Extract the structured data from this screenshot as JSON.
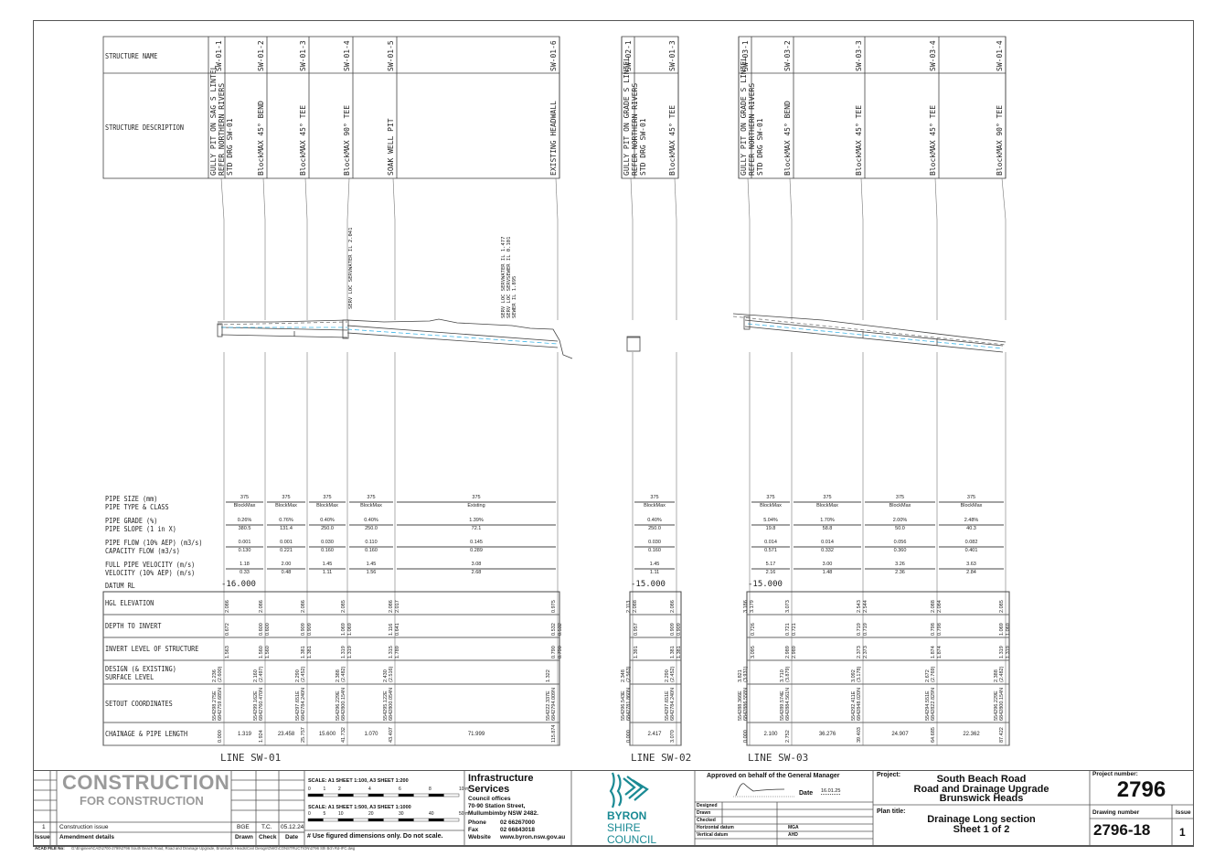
{
  "row_labels": {
    "structure_name": "STRUCTURE NAME",
    "structure_description": "STRUCTURE DESCRIPTION",
    "pipe_size": "PIPE SIZE (mm)",
    "pipe_type": "PIPE TYPE & CLASS",
    "pipe_grade": "PIPE GRADE (%)",
    "pipe_slope": "PIPE SLOPE (1 in X)",
    "pipe_flow": "PIPE FLOW (10% AEP) (m3/s)",
    "capacity_flow": "CAPACITY FLOW (m3/s)",
    "full_pipe_velocity": "FULL PIPE VELOCITY (m/s)",
    "velocity": "VELOCITY (10% AEP) (m/s)",
    "datum": "DATUM RL",
    "hgl": "HGL ELEVATION",
    "depth": "DEPTH TO INVERT",
    "invert": "INVERT LEVEL OF STRUCTURE",
    "design1": "DESIGN (& EXISTING)",
    "design2": "SURFACE LEVEL",
    "setout": "SETOUT COORDINATES",
    "chainage": "CHAINAGE & PIPE LENGTH"
  },
  "lines": [
    {
      "name": "LINE SW-01",
      "datum": "-16.000",
      "structures": [
        {
          "name": "SW-01-1",
          "desc": "GULLY PIT ON SAG S LINTEL\nREFER NORTHERN RIVERS\nSTD DRG SW-01"
        },
        {
          "name": "SW-01-2",
          "desc": "BlockMAX 45° BEND"
        },
        {
          "name": "SW-01-3",
          "desc": "BlockMAX 45° TEE"
        },
        {
          "name": "SW-01-4",
          "desc": "BlockMAX 90° TEE"
        },
        {
          "name": "SW-01-5",
          "desc": "SOAK WELL PIT"
        },
        {
          "name": "SW-01-6",
          "desc": "EXISTING HEADWALL"
        }
      ],
      "segments": [
        {
          "size": "375",
          "type": "BlockMax",
          "grade": "0.26%",
          "slope": "380.5",
          "flow": "0.001",
          "capacity": "0.130",
          "fpv": "1.18",
          "vel": "0.33",
          "length": "1.319"
        },
        {
          "size": "375",
          "type": "BlockMax",
          "grade": "0.76%",
          "slope": "131.4",
          "flow": "0.001",
          "capacity": "0.221",
          "fpv": "2.00",
          "vel": "0.48",
          "length": "23.458"
        },
        {
          "size": "375",
          "type": "BlockMax",
          "grade": "0.40%",
          "slope": "250.0",
          "flow": "0.030",
          "capacity": "0.160",
          "fpv": "1.45",
          "vel": "1.11",
          "length": "15.600"
        },
        {
          "size": "375",
          "type": "BlockMax",
          "grade": "0.40%",
          "slope": "250.0",
          "flow": "0.110",
          "capacity": "0.160",
          "fpv": "1.45",
          "vel": "1.56",
          "length": "1.070"
        },
        {
          "size": "375",
          "type": "Existing",
          "grade": "1.39%",
          "slope": "72.1",
          "flow": "0.145",
          "capacity": "0.289",
          "fpv": "3.08",
          "vel": "2.68",
          "length": "71.999"
        }
      ],
      "stations": [
        {
          "hgl": [
            "2.086"
          ],
          "depth": [
            "0.672"
          ],
          "invert": [
            "1.563"
          ],
          "design": [
            "2.236",
            "(2.600)"
          ],
          "setout": [
            "554298.275E",
            "6842759.685N"
          ],
          "chainage": "0.000"
        },
        {
          "hgl": [
            "2.086"
          ],
          "depth": [
            "0.600",
            "0.600"
          ],
          "invert": [
            "1.560",
            "1.560"
          ],
          "design": [
            "2.160",
            "(2.497)"
          ],
          "setout": [
            "554299.162E",
            "6842760.470N"
          ],
          "chainage": "1.924"
        },
        {
          "hgl": [
            "2.086"
          ],
          "depth": [
            "0.909",
            "0.909"
          ],
          "invert": [
            "1.381",
            "1.381"
          ],
          "design": [
            "2.290",
            "(2.452)"
          ],
          "setout": [
            "554297.651E",
            "6842784.240N"
          ],
          "chainage": "25.757"
        },
        {
          "hgl": [
            "2.085"
          ],
          "depth": [
            "1.069",
            "1.069"
          ],
          "invert": [
            "1.319",
            "1.319"
          ],
          "design": [
            "2.388",
            "(2.482)"
          ],
          "setout": [
            "554296.229E",
            "6842800.154N"
          ],
          "chainage": "41.732"
        },
        {
          "hgl": [
            "2.086",
            "2.017"
          ],
          "depth": [
            "1.116",
            "0.641"
          ],
          "invert": [
            "1.315",
            "1.789"
          ],
          "design": [
            "2.430",
            "(2.516)"
          ],
          "setout": [
            "554295.122E",
            "6842800.054N"
          ],
          "chainage": "43.407"
        },
        {
          "hgl": [
            "0.975"
          ],
          "depth": [
            "0.532",
            "0.532"
          ],
          "invert": [
            "0.790",
            "0.790"
          ],
          "design": [
            "1.322"
          ],
          "setout": [
            "554222.337E",
            "6842794.009N"
          ],
          "chainage": "115.874"
        }
      ],
      "annotations": [
        "SERV LOC SERVWATER IL 2.041",
        "SERV LOC SERVWATER IL 1.477\nSERV LOC SERVSEWER IL 0.101\nSEWER IL 1.895"
      ]
    },
    {
      "name": "LINE SW-02",
      "datum": "-15.000",
      "structures": [
        {
          "name": "SW-02-1",
          "desc": "GULLY PIT ON GRADE S LINTEL\nREFER NORTHERN RIVERS\nSTD DRG SW-01"
        },
        {
          "name": "SW-01-3",
          "desc": "BlockMAX 45° TEE"
        }
      ],
      "segments": [
        {
          "size": "375",
          "type": "BlockMax",
          "grade": "0.40%",
          "slope": "250.0",
          "flow": "0.030",
          "capacity": "0.160",
          "fpv": "1.45",
          "vel": "1.11",
          "length": "2.417"
        }
      ],
      "stations": [
        {
          "hgl": [
            "2.113",
            "2.088"
          ],
          "depth": [
            "0.957"
          ],
          "invert": [
            "1.391"
          ],
          "design": [
            "2.348",
            "(2.563)"
          ],
          "setout": [
            "554296.543E",
            "6842781.860N"
          ],
          "chainage": "0.000"
        },
        {
          "hgl": [
            "2.086"
          ],
          "depth": [
            "0.909",
            "0.909"
          ],
          "invert": [
            "1.381",
            "1.381"
          ],
          "design": [
            "2.290",
            "(2.452)"
          ],
          "setout": [
            "554297.651E",
            "6842784.240N"
          ],
          "chainage": "3.070"
        }
      ],
      "annotations": []
    },
    {
      "name": "LINE SW-03",
      "datum": "-15.000",
      "structures": [
        {
          "name": "SW-03-1",
          "desc": "GULLY PIT ON GRADE S LINTEL\nREFER NORTHERN RIVERS\nSTD DRG SW-01"
        },
        {
          "name": "SW-03-2",
          "desc": "BlockMAX 45° BEND"
        },
        {
          "name": "SW-03-3",
          "desc": "BlockMAX 45° TEE"
        },
        {
          "name": "SW-03-4",
          "desc": "BlockMAX 45° TEE"
        },
        {
          "name": "SW-01-4",
          "desc": "BlockMAX 90° TEE"
        }
      ],
      "segments": [
        {
          "size": "375",
          "type": "BlockMax",
          "grade": "5.04%",
          "slope": "19.8",
          "flow": "0.014",
          "capacity": "0.571",
          "fpv": "5.17",
          "vel": "2.16",
          "length": "2.100"
        },
        {
          "size": "375",
          "type": "BlockMax",
          "grade": "1.70%",
          "slope": "58.8",
          "flow": "0.014",
          "capacity": "0.332",
          "fpv": "3.00",
          "vel": "1.48",
          "length": "36.276"
        },
        {
          "size": "375",
          "type": "BlockMax",
          "grade": "2.00%",
          "slope": "50.0",
          "flow": "0.056",
          "capacity": "0.360",
          "fpv": "3.26",
          "vel": "2.36",
          "length": "24.907"
        },
        {
          "size": "375",
          "type": "BlockMax",
          "grade": "2.48%",
          "slope": "40.3",
          "flow": "0.082",
          "capacity": "0.401",
          "fpv": "3.63",
          "vel": "2.84",
          "length": "22.362"
        }
      ],
      "stations": [
        {
          "hgl": [
            "3.186",
            "3.179"
          ],
          "depth": [
            "0.726"
          ],
          "invert": [
            "3.095"
          ],
          "design": [
            "3.821",
            "(3.931)"
          ],
          "setout": [
            "554288.366E",
            "6842886.558N"
          ],
          "chainage": "0.000"
        },
        {
          "hgl": [
            "3.073"
          ],
          "depth": [
            "0.721",
            "0.721"
          ],
          "invert": [
            "2.989",
            "2.989"
          ],
          "design": [
            "3.710",
            "(3.879)"
          ],
          "setout": [
            "554289.574E",
            "6842884.561N"
          ],
          "chainage": "2.752"
        },
        {
          "hgl": [
            "2.543",
            "2.544"
          ],
          "depth": [
            "0.719",
            "0.719"
          ],
          "invert": [
            "2.373",
            "2.373"
          ],
          "design": [
            "3.092",
            "(3.178)"
          ],
          "setout": [
            "554292.411E",
            "6842848.020N"
          ],
          "chainage": "39.403"
        },
        {
          "hgl": [
            "2.088",
            "2.084"
          ],
          "depth": [
            "0.798",
            "0.798"
          ],
          "invert": [
            "1.874",
            "1.874"
          ],
          "design": [
            "2.672",
            "(2.769)"
          ],
          "setout": [
            "554294.551E",
            "6842822.829N"
          ],
          "chainage": "64.685"
        },
        {
          "hgl": [
            "2.085"
          ],
          "depth": [
            "1.069",
            "1.069"
          ],
          "invert": [
            "1.319",
            "1.319"
          ],
          "design": [
            "2.388",
            "(2.482)"
          ],
          "setout": [
            "554296.229E",
            "6842800.154N"
          ],
          "chainage": "87.422"
        }
      ],
      "annotations": []
    }
  ],
  "title_block": {
    "stamp_main": "CONSTRUCTION",
    "stamp_sub": "FOR CONSTRUCTION",
    "revision": {
      "issue": "1",
      "details": "Construction issue",
      "drawn": "BGE",
      "check": "T.C.",
      "date": "05.12.24"
    },
    "rev_headers": {
      "issue": "Issue",
      "details": "Amendment details",
      "drawn": "Drawn",
      "check": "Check",
      "date": "Date"
    },
    "scale1": "SCALE: A1 SHEET 1:100, A3 SHEET 1:200",
    "scale1_ticks": [
      "0",
      "1",
      "2",
      "4",
      "6",
      "8",
      "10 m"
    ],
    "scale2": "SCALE: A1 SHEET 1:500, A3 SHEET 1:1000",
    "scale2_ticks": [
      "0",
      "5",
      "10",
      "20",
      "30",
      "40",
      "50 m"
    ],
    "note": "# Use figured dimensions only. Do not scale.",
    "org": "Infrastructure Services",
    "office": "Council offices",
    "addr1": "70-90 Station Street,",
    "addr2": "Mullumbimby  NSW 2482.",
    "phone_label": "Phone",
    "phone": "02 66267000",
    "fax_label": "Fax",
    "fax": "02 66843018",
    "web_label": "Website",
    "web": "www.byron.nsw.gov.au",
    "council": [
      "BYRON",
      "SHIRE",
      "COUNCIL"
    ],
    "approved": "Approved on behalf of the General Manager",
    "date_label": "Date",
    "date": "16.01.25",
    "sign_rows": [
      {
        "label": "Designed",
        "value": ""
      },
      {
        "label": "Drawn",
        "value": ""
      },
      {
        "label": "Checked",
        "value": ""
      },
      {
        "label": "Horizontal datum",
        "value": "MGA"
      },
      {
        "label": "Vertical datum",
        "value": "AHD"
      }
    ],
    "project_label": "Project:",
    "project": [
      "South Beach Road",
      "Road and Drainage Upgrade",
      "Brunswick Heads"
    ],
    "plan_label": "Plan title:",
    "plan": [
      "Drainage Long section",
      "Sheet 1 of 2"
    ],
    "project_number_label": "Project number:",
    "project_number": "2796",
    "drawing_number_label": "Drawing number",
    "drawing_number": "2796-18",
    "issue_label": "Issue",
    "issue": "1",
    "acad_label": "ACAD FILE No:",
    "acad": "G:\\Engineer\\CAD\\2700-2799\\2796  South Beach Road, Road and Drainage Upgrade, Brunswick Heads\\Civil Design\\DWG\\CONSTRUCTION\\2796  Sth Bch Rd-IFC.dwg"
  },
  "colors": {
    "line": "#444",
    "pipe_hgl": "#3fb6e8",
    "logo": "#1a8a94"
  }
}
